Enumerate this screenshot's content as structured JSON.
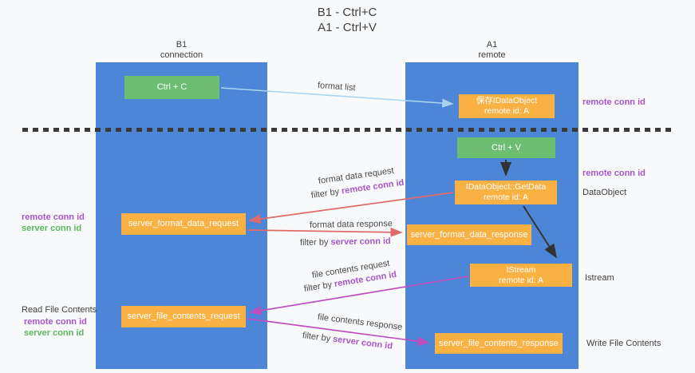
{
  "colors": {
    "background": "#f8f9fb",
    "column_blue": "#4d86d6",
    "box_orange": "#f9b143",
    "box_green": "#6dbe71",
    "text_dark": "#3f3f3f",
    "conn_purple": "#a656c8",
    "conn_green": "#5cb85c",
    "arrow_red": "#e06a6a",
    "arrow_magenta": "#bf4fbf",
    "arrow_blue": "#a9d3f2",
    "arrow_black": "#333333"
  },
  "title": {
    "line1": "B1 - Ctrl+C",
    "line2": "A1 - Ctrl+V"
  },
  "columns": {
    "left": {
      "title": "B1",
      "subtitle": "connection"
    },
    "right": {
      "title": "A1",
      "subtitle": "remote"
    }
  },
  "boxes": {
    "ctrl_c": {
      "label": "Ctrl + C"
    },
    "save_idataobject": {
      "line1": "保存IDataObject",
      "line2": "remote id: A"
    },
    "ctrl_v": {
      "label": "Ctrl + V"
    },
    "idataobject_getdata": {
      "line1": "IDataObject::GetData",
      "line2": "remote id: A"
    },
    "server_format_data_request": {
      "label": "server_format_data_request"
    },
    "server_format_data_response": {
      "label": "server_format_data_response"
    },
    "istream": {
      "line1": "IStream",
      "line2": "remote id: A"
    },
    "server_file_contents_request": {
      "label": "server_file_contents_request"
    },
    "server_file_contents_response": {
      "label": "server_file_contents_response"
    }
  },
  "arrow_labels": {
    "format_list": "format list",
    "format_data_request": "format data request",
    "format_data_response": "format data response",
    "file_contents_request": "file contents request",
    "file_contents_response": "file contents response",
    "filter_by": "filter by ",
    "remote_conn_id": "remote conn id",
    "server_conn_id": "server conn id"
  },
  "side_labels": {
    "remote_conn_id_top": "remote conn id",
    "remote_conn_id_mid": "remote conn id",
    "dataobject": "DataObject",
    "istream": "Istream",
    "write_file_contents": "Write File Contents",
    "read_file_contents": "Read File Contents",
    "format_remote_conn_id": "remote conn id",
    "format_server_conn_id": "server conn id",
    "file_remote_conn_id": "remote conn id",
    "file_server_conn_id": "server conn id"
  }
}
